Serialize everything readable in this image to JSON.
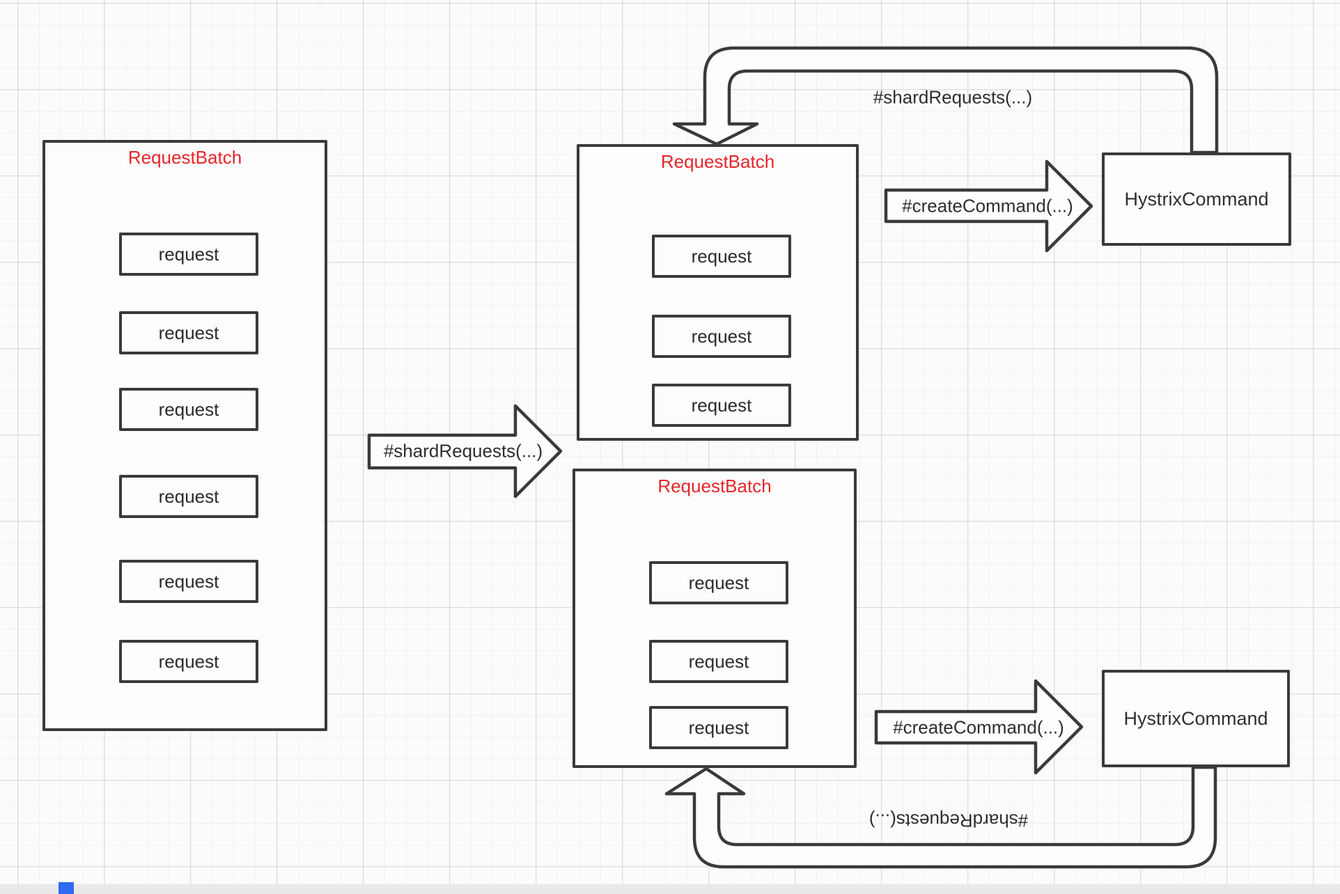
{
  "diagram": {
    "left_batch": {
      "title": "RequestBatch",
      "requests": [
        "request",
        "request",
        "request",
        "request",
        "request",
        "request"
      ]
    },
    "upper_batch": {
      "title": "RequestBatch",
      "requests": [
        "request",
        "request",
        "request"
      ]
    },
    "lower_batch": {
      "title": "RequestBatch",
      "requests": [
        "request",
        "request",
        "request"
      ]
    },
    "upper_command": {
      "title": "HystrixCommand"
    },
    "lower_command": {
      "title": "HystrixCommand"
    },
    "labels": {
      "shard_main": "#shardRequests(...)",
      "shard_top": "#shardRequests(...)",
      "shard_bottom": "#shardRequests(...)",
      "create_top": "#createCommand(...)",
      "create_bottom": "#createCommand(...)"
    },
    "colors": {
      "title_red": "#e5262a",
      "line": "#3a3a3a",
      "marker_blue": "#2e6bf2"
    }
  }
}
